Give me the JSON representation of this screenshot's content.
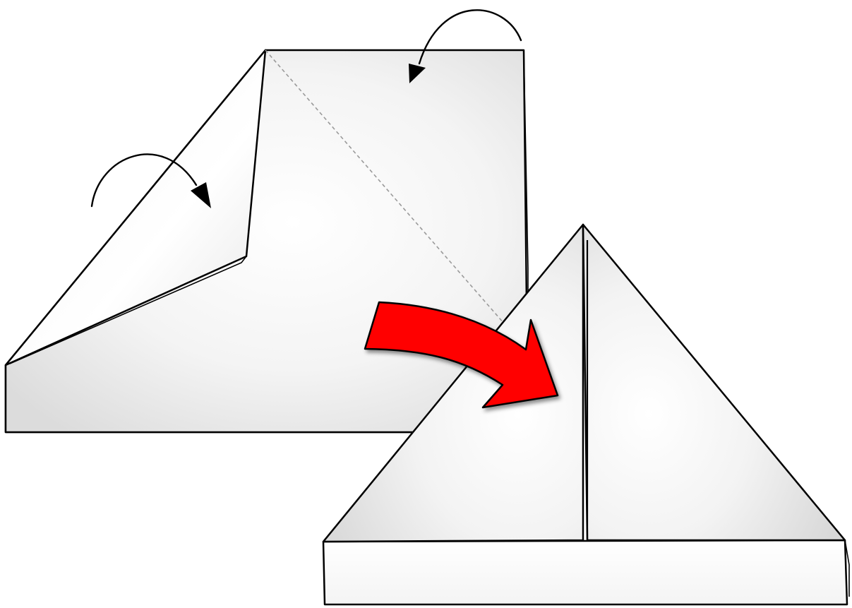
{
  "diagram": {
    "type": "origami-instruction",
    "steps": [
      {
        "name": "step-fold-corners",
        "fold_arrows": [
          "left-corner-fold",
          "right-corner-fold"
        ],
        "crease": "dashed-diagonal"
      },
      {
        "name": "step-result-hat",
        "shape": "triangle-on-band"
      }
    ],
    "transition_arrow": {
      "icon": "curved-arrow-icon",
      "color": "#ff0000"
    },
    "colors": {
      "paper": "#ffffff",
      "paper_shade": "#e6e6e6",
      "outline": "#000000",
      "crease": "#9a9a9a",
      "transition": "#ff0000"
    }
  }
}
